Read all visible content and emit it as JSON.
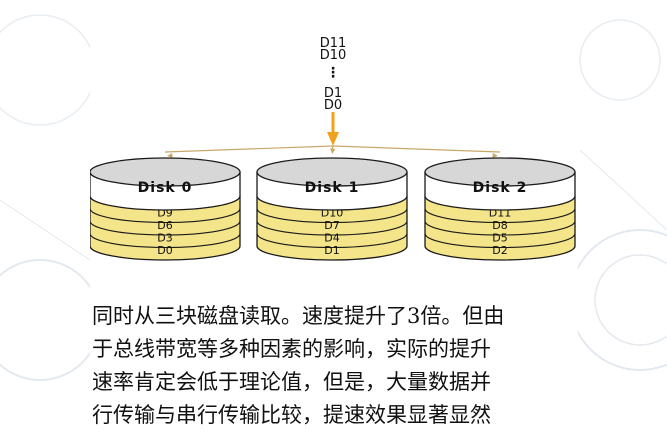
{
  "stream": {
    "top_labels": [
      "D11",
      "D10"
    ],
    "ellipsis": "⋮",
    "bottom_labels": [
      "D1",
      "D0"
    ]
  },
  "disks": [
    {
      "name": "Disk 0",
      "blocks": [
        "D9",
        "D6",
        "D3",
        "D0"
      ]
    },
    {
      "name": "Disk 1",
      "blocks": [
        "D10",
        "D7",
        "D4",
        "D1"
      ]
    },
    {
      "name": "Disk 2",
      "blocks": [
        "D11",
        "D8",
        "D5",
        "D2"
      ]
    }
  ],
  "caption_lines": [
    "同时从三块磁盘读取。速度提升了3倍。但由",
    "于总线带宽等多种因素的影响，实际的提升",
    "速率肯定会低于理论值，但是，大量数据并",
    "行传输与串行传输比较，提速效果显著显然"
  ],
  "colors": {
    "arrow_orange": "#f2a11d",
    "arrow_tan": "#c9a76b",
    "cap_white": "#ffffff",
    "cap_gray": "#d7d7d7",
    "block_yellow": "#f4e48a",
    "block_yellow_light": "#f8efb0",
    "outline": "#1a1a1a",
    "bg_decor": "#e3e9ef"
  }
}
